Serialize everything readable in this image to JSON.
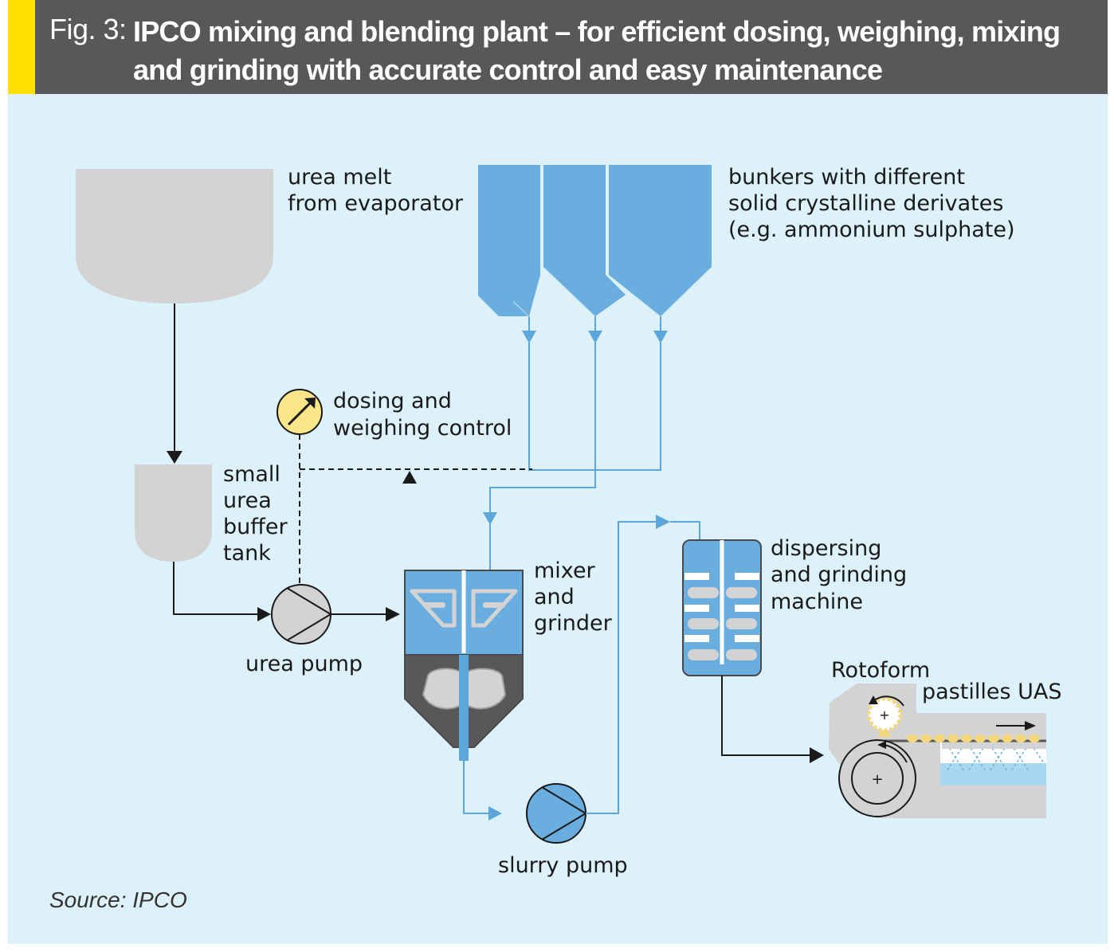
{
  "header": {
    "fig_label": "Fig. 3:",
    "title": "IPCO mixing and blending plant – for efficient dosing, weighing, mixing and grinding with accurate control and easy maintenance"
  },
  "labels": {
    "urea_melt_1": "urea melt",
    "urea_melt_2": "from evaporator",
    "bunkers_1": "bunkers with different",
    "bunkers_2": "solid crystalline derivates",
    "bunkers_3": "(e.g. ammonium sulphate)",
    "dosing_1": "dosing and",
    "dosing_2": "weighing control",
    "buffer_1": "small",
    "buffer_2": "urea",
    "buffer_3": "buffer",
    "buffer_4": "tank",
    "urea_pump": "urea pump",
    "mixer_1": "mixer",
    "mixer_2": "and",
    "mixer_3": "grinder",
    "disp_1": "dispersing",
    "disp_2": "and grinding",
    "disp_3": "machine",
    "rotoform": "Rotoform",
    "pastilles": "pastilles UAS",
    "slurry_pump": "slurry pump",
    "source": "Source: IPCO"
  },
  "colors": {
    "header_bg": "#58585a",
    "accent_yellow": "#ffe000",
    "background": "#dcf1fa",
    "process_blue": "#6aaee0",
    "line_blue": "#5ba7dc",
    "equipment_gray": "#d3d3d3",
    "dark_gray": "#58585a",
    "gauge_yellow": "#fde68a",
    "pastille_yellow": "#f5d77a"
  }
}
